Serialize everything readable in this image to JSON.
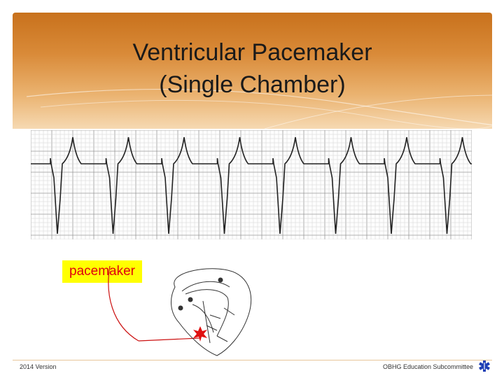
{
  "slide": {
    "title_line1": "Ventricular Pacemaker",
    "title_line2": "(Single Chamber)",
    "pacemaker_label": "pacemaker",
    "footer_left": "2014 Version",
    "footer_right": "OBHG Education Subcommittee",
    "star_icon": "star-of-life-icon"
  },
  "colors": {
    "header_orange": "#c8711c",
    "label_background": "#ffff00",
    "label_text": "#e0000f",
    "lead_wire": "#cc1111",
    "star_blue": "#1f3fb5"
  }
}
